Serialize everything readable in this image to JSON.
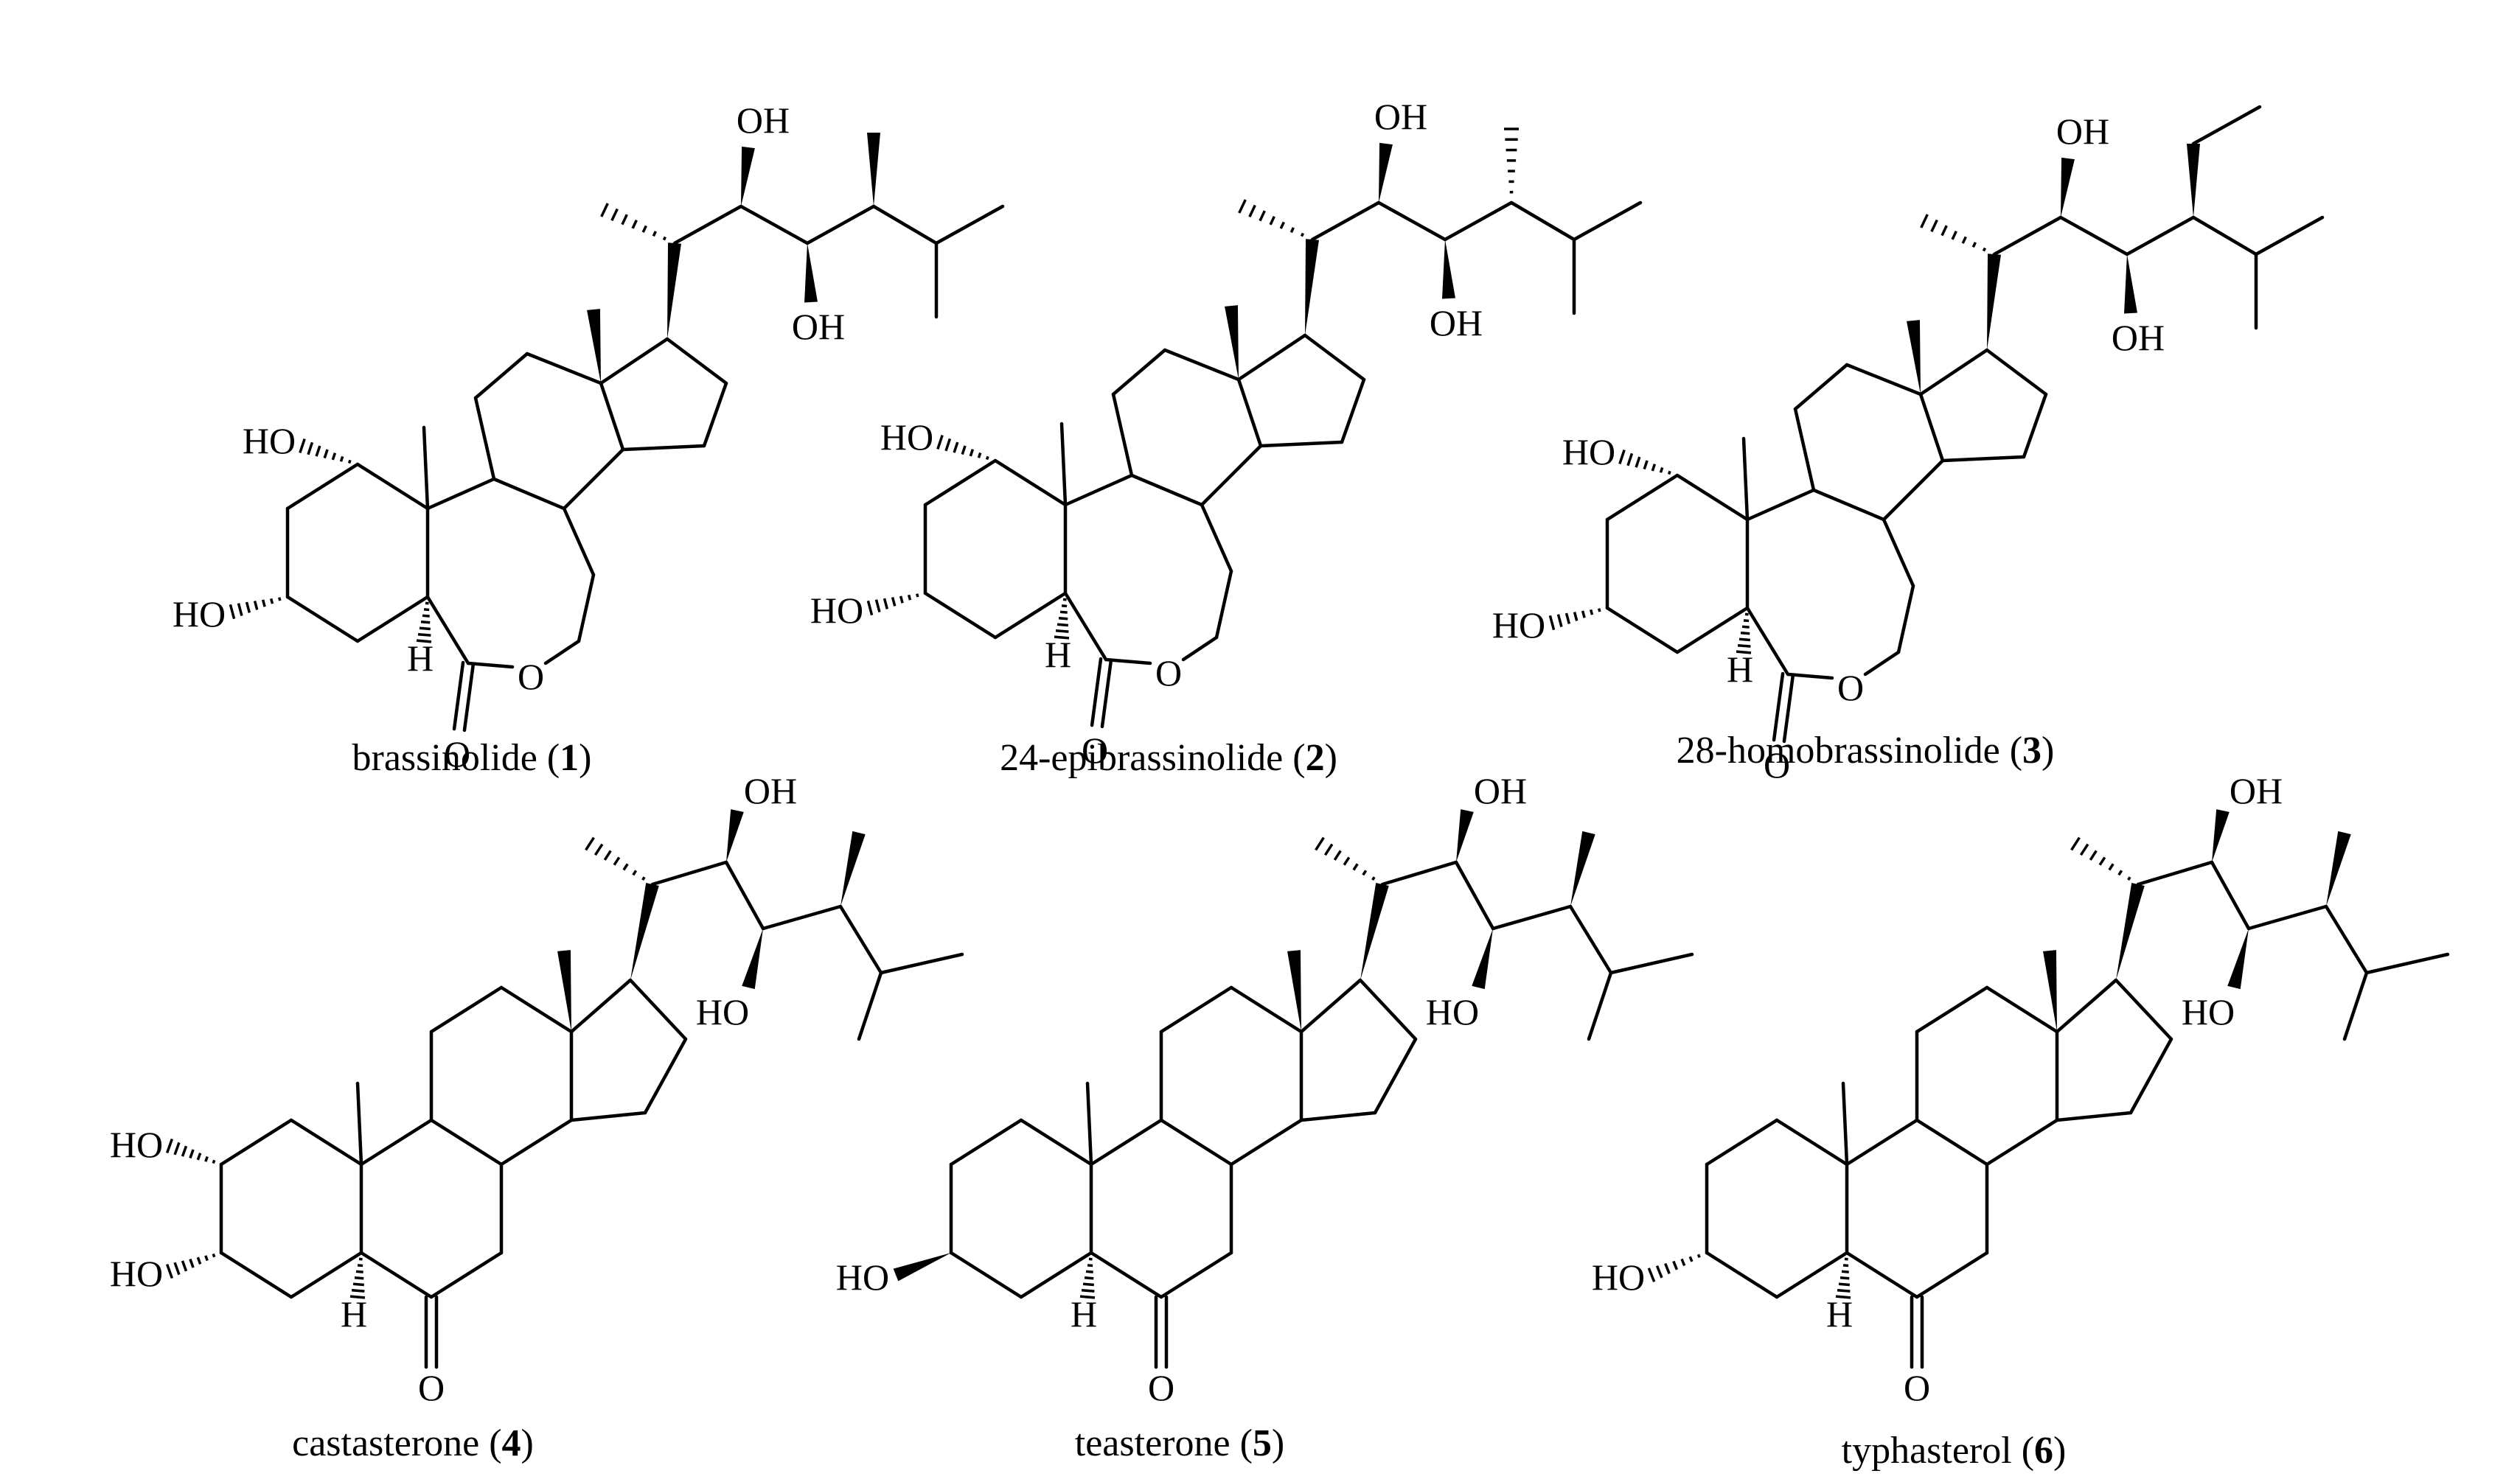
{
  "compounds": [
    {
      "label": "brassinolide",
      "number": "1"
    },
    {
      "label": "24-epibrassinolide",
      "number": "2"
    },
    {
      "label": "28-homobrassinolide",
      "number": "3"
    },
    {
      "label": "castasterone",
      "number": "4"
    },
    {
      "label": "teasterone",
      "number": "5"
    },
    {
      "label": "typhasterol",
      "number": "6"
    }
  ],
  "atoms": {
    "ho": "HO",
    "oh": "OH",
    "h": "H",
    "o": "O"
  },
  "colors": {
    "ink": "#000000",
    "background": "#ffffff"
  }
}
